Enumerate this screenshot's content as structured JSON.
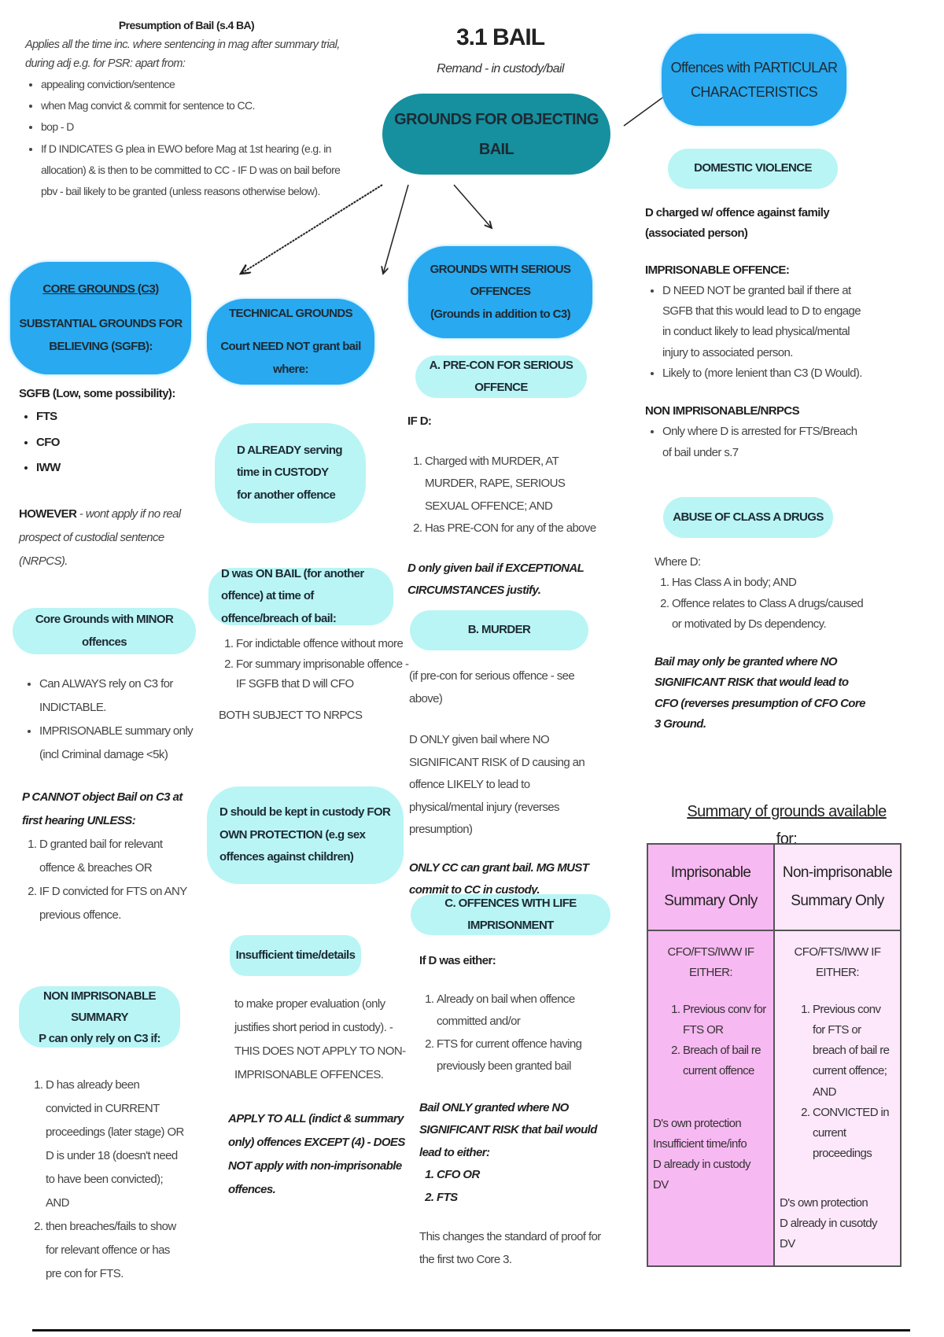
{
  "title": "3.1 BAIL",
  "subtitle": "Remand - in custody/bail",
  "presumption": {
    "heading": "Presumption of Bail (s.4 BA)",
    "intro": "Applies all the time inc. where sentencing in mag after summary trial, during adj e.g. for PSR:  apart from:",
    "bullets": [
      "appealing conviction/sentence",
      "when Mag convict & commit for sentence to CC.",
      "bop - D",
      "If D INDICATES G plea in EWO before Mag at 1st hearing (e.g. in allocation) & is then to be committed to CC - IF D was on bail before pbv - bail likely to be granted (unless reasons otherwise below)."
    ]
  },
  "center": {
    "label": "GROUNDS FOR OBJECTING BAIL"
  },
  "particular": {
    "label": "Offences with PARTICULAR CHARACTERISTICS",
    "dv": {
      "label": "DOMESTIC VIOLENCE",
      "desc": "D charged w/ offence against family (associated person)",
      "imp_heading": "IMPRISONABLE OFFENCE:",
      "imp_bullets": [
        "D NEED NOT be granted bail if there at SGFB that this would lead to D to engage in conduct likely to lead physical/mental injury to associated person.",
        "Likely to (more lenient than C3 (D Would)."
      ],
      "nonimp_heading": "NON IMPRISONABLE/NRPCS",
      "nonimp_bullets": [
        "Only where D is arrested for FTS/Breach of bail under s.7"
      ]
    },
    "drugs": {
      "label": "ABUSE OF CLASS A DRUGS",
      "where": "Where D:",
      "items": [
        "Has Class A in body; AND",
        "Offence relates to Class A drugs/caused or motivated by Ds dependency."
      ],
      "note": "Bail may only be granted where NO SIGNIFICANT RISK that would lead to CFO (reverses presumption of CFO Core 3 Ground."
    }
  },
  "core": {
    "label1": "CORE GROUNDS (C3)",
    "label2": "SUBSTANTIAL GROUNDS FOR BELIEVING (SGFB):",
    "sgfb_heading": "SGFB (Low, some possibility):",
    "sgfb_items": [
      "FTS",
      "CFO",
      "IWW"
    ],
    "however_bold": "HOWEVER",
    "however": " - wont apply if no real prospect of custodial sentence (NRPCS).",
    "minor": {
      "label": "Core Grounds with MINOR offences",
      "bullets": [
        "Can ALWAYS rely on C3 for INDICTABLE.",
        "IMPRISONABLE summary only (incl Criminal damage <5k)"
      ],
      "cannot": "P CANNOT object Bail on C3 at first hearing UNLESS:",
      "items": [
        "D granted bail for relevant offence & breaches OR",
        "IF D convicted for FTS on ANY previous offence."
      ]
    },
    "nonimp": {
      "label1": "NON IMPRISONABLE SUMMARY",
      "label2": "P can only rely on C3 if:",
      "items": [
        "D has already been convicted in CURRENT proceedings (later stage) OR D is under 18 (doesn't need to have been convicted); AND",
        "then breaches/fails to show for relevant offence or has pre con for FTS."
      ]
    }
  },
  "technical": {
    "label1": "TECHNICAL GROUNDS",
    "label2": "Court NEED NOT grant bail where:",
    "custody": "D ALREADY serving time in CUSTODY  for another offence",
    "onbail": "D was ON BAIL (for another offence) at time of offence/breach of bail:",
    "onbail_items": [
      "For indictable offence without more",
      "For summary imprisonable offence - IF SGFB that D will CFO"
    ],
    "both": "BOTH SUBJECT TO NRPCS",
    "protection": "D should be kept in custody FOR OWN PROTECTION (e.g sex offences against children)",
    "insufficient": "Insufficient time/details",
    "insufficient_desc": "to make proper evaluation (only justifies short period in custody). - THIS DOES NOT APPLY TO NON-IMPRISONABLE OFFENCES.",
    "apply": "APPLY TO ALL (indict & summary only) offences EXCEPT (4) - DOES NOT apply with non-imprisonable offences."
  },
  "serious": {
    "label1": "GROUNDS WITH SERIOUS OFFENCES",
    "label2": "(Grounds in addition to C3)",
    "a": {
      "label": "A. PRE-CON FOR SERIOUS OFFENCE",
      "ifd": "IF D:",
      "items": [
        "Charged with MURDER, AT MURDER, RAPE, SERIOUS SEXUAL OFFENCE; AND",
        "Has PRE-CON for any of the above"
      ],
      "note": "D only given bail if EXCEPTIONAL CIRCUMSTANCES justify."
    },
    "b": {
      "label": "B. MURDER",
      "pre": "(if pre-con for serious offence - see above)",
      "only": "D ONLY given bail where NO SIGNIFICANT RISK of D causing an offence LIKELY to lead to physical/mental injury (reverses presumption)",
      "cc": "ONLY CC can grant bail. MG MUST commit to CC in custody."
    },
    "c": {
      "label": "C. OFFENCES WITH LIFE IMPRISONMENT",
      "either": "If D was either:",
      "items": [
        "Already on bail when offence committed and/or",
        "FTS for current offence having previously been granted bail"
      ],
      "bail": "Bail ONLY granted where NO SIGNIFICANT RISK that bail would lead to either:",
      "risk_items": [
        "CFO OR",
        "FTS"
      ],
      "note": "This changes the standard of proof for the first two Core 3."
    }
  },
  "summary": {
    "heading": "Summary of grounds available for:",
    "columns": [
      {
        "header": "Imprisonable Summary Only",
        "lead": "CFO/FTS/IWW IF EITHER:",
        "items": [
          "Previous conv for FTS OR",
          "Breach of bail re current offence"
        ],
        "others": [
          "D's own protection",
          "Insufficient time/info",
          "D already in custody",
          "DV"
        ]
      },
      {
        "header": "Non-imprisonable Summary Only",
        "lead": "CFO/FTS/IWW IF EITHER:",
        "items": [
          "Previous conv for FTS or breach of bail re current offence; AND",
          "CONVICTED in current proceedings"
        ],
        "others": [
          "D's own protection",
          "D already in cusotdy",
          "DV"
        ]
      }
    ]
  },
  "colors": {
    "blue": "#29a9ef",
    "teal": "#16909f",
    "cyan": "#b9f5f5",
    "pink": "#f7b9f1",
    "lightpink": "#fde7fb"
  }
}
